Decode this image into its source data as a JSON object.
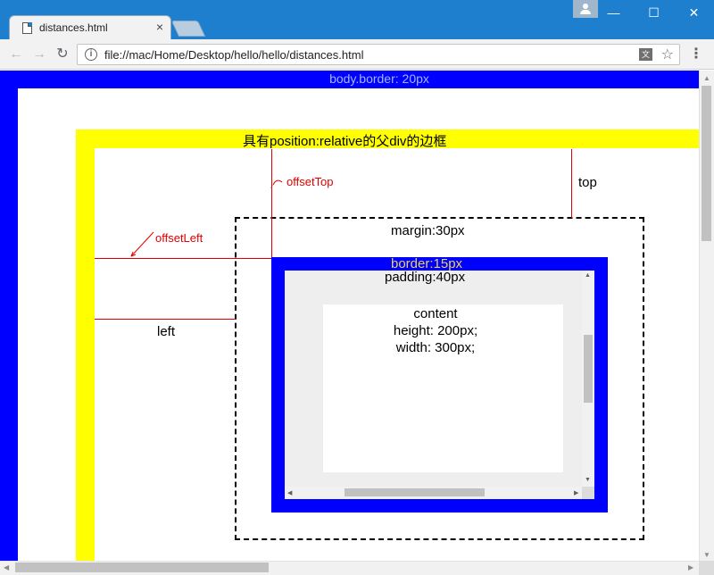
{
  "browser": {
    "tab_title": "distances.html",
    "tab_close": "×",
    "url": "file://mac/Home/Desktop/hello/hello/distances.html",
    "window_buttons": {
      "minimize": "—",
      "maximize": "☐",
      "close": "✕"
    },
    "nav": {
      "back": "←",
      "forward": "→",
      "reload": "↻",
      "menu": "⋮"
    },
    "icons": {
      "info": "i",
      "translate": "文",
      "star": "☆"
    }
  },
  "page": {
    "body_border_label": "body.border: 20px",
    "parent_label": "具有position:relative的父div的边框",
    "margin_label": "margin:30px",
    "border_label": "border:15px",
    "padding_label": "padding:40px",
    "content_lines": [
      "content",
      "height: 200px;",
      "width: 300px;"
    ],
    "annotations": {
      "offset_top": "offsetTop",
      "offset_left": "offsetLeft",
      "top": "top",
      "left": "left"
    }
  },
  "colors": {
    "body_border": "#0000ff",
    "parent_border": "#ffff00",
    "child_border": "#0000ff",
    "padding": "#eeeeee",
    "annotation_red": "#e00000"
  }
}
